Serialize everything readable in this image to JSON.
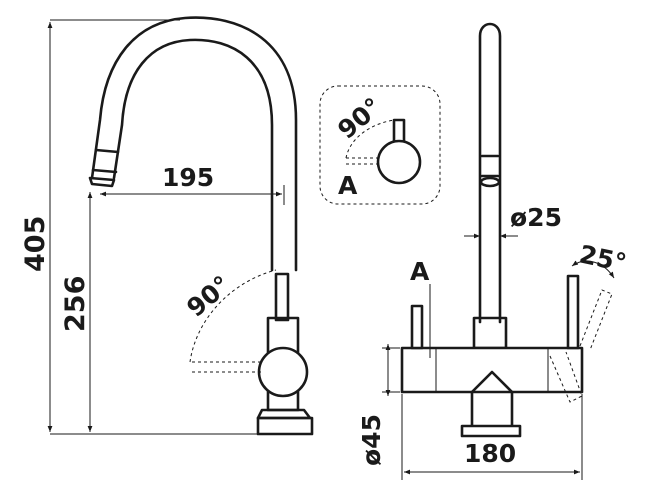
{
  "dimensions": {
    "overall_height": "405",
    "spout_height": "256",
    "reach": "195",
    "side_angle": "90°",
    "detail_angle": "90°",
    "spout_diameter": "ø25",
    "lever_angle": "25°",
    "base_diameter": "ø45",
    "width": "180"
  },
  "labels": {
    "detail_marker": "A",
    "lever_marker": "A"
  }
}
